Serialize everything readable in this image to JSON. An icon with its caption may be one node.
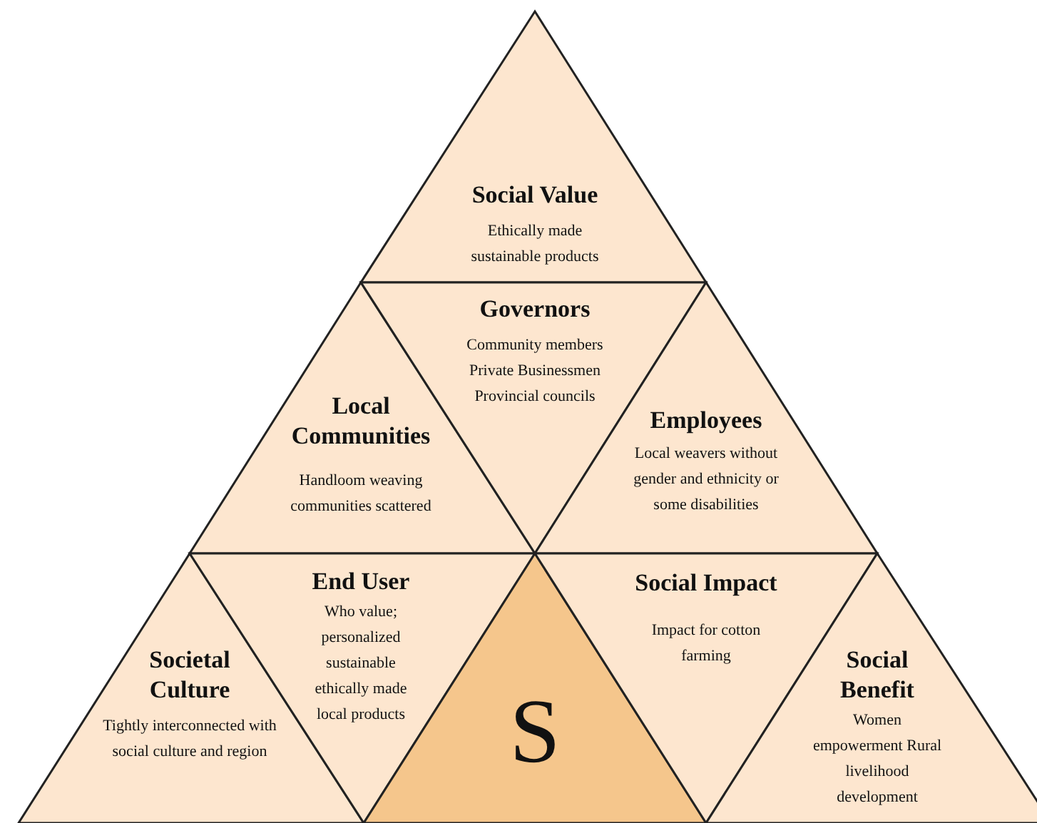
{
  "diagram": {
    "nodes": [
      {
        "text": [
          "Social Value",
          "Ethically made sustainable products"
        ]
      },
      {
        "text": [
          "Local Communities",
          "Handloom weaving communities scattered"
        ]
      },
      {
        "text": [
          "Governors",
          "Community members Private Businessmen Provincial councils"
        ]
      },
      {
        "text": [
          "Employees",
          "Local weavers without gender and ethnicity or some disabilities"
        ]
      },
      {
        "text": [
          "Societal Culture",
          "Tightly interconnected with social culture and region"
        ]
      },
      {
        "text": [
          "End User",
          "Who value; personalized sustainable ethically made local products"
        ]
      },
      {
        "text": [
          "S"
        ]
      },
      {
        "text": [
          "Social Impact",
          "Impact for cotton farming"
        ]
      },
      {
        "text": [
          "Social Benefit",
          "Women empowerment Rural livelihood development"
        ]
      }
    ]
  }
}
